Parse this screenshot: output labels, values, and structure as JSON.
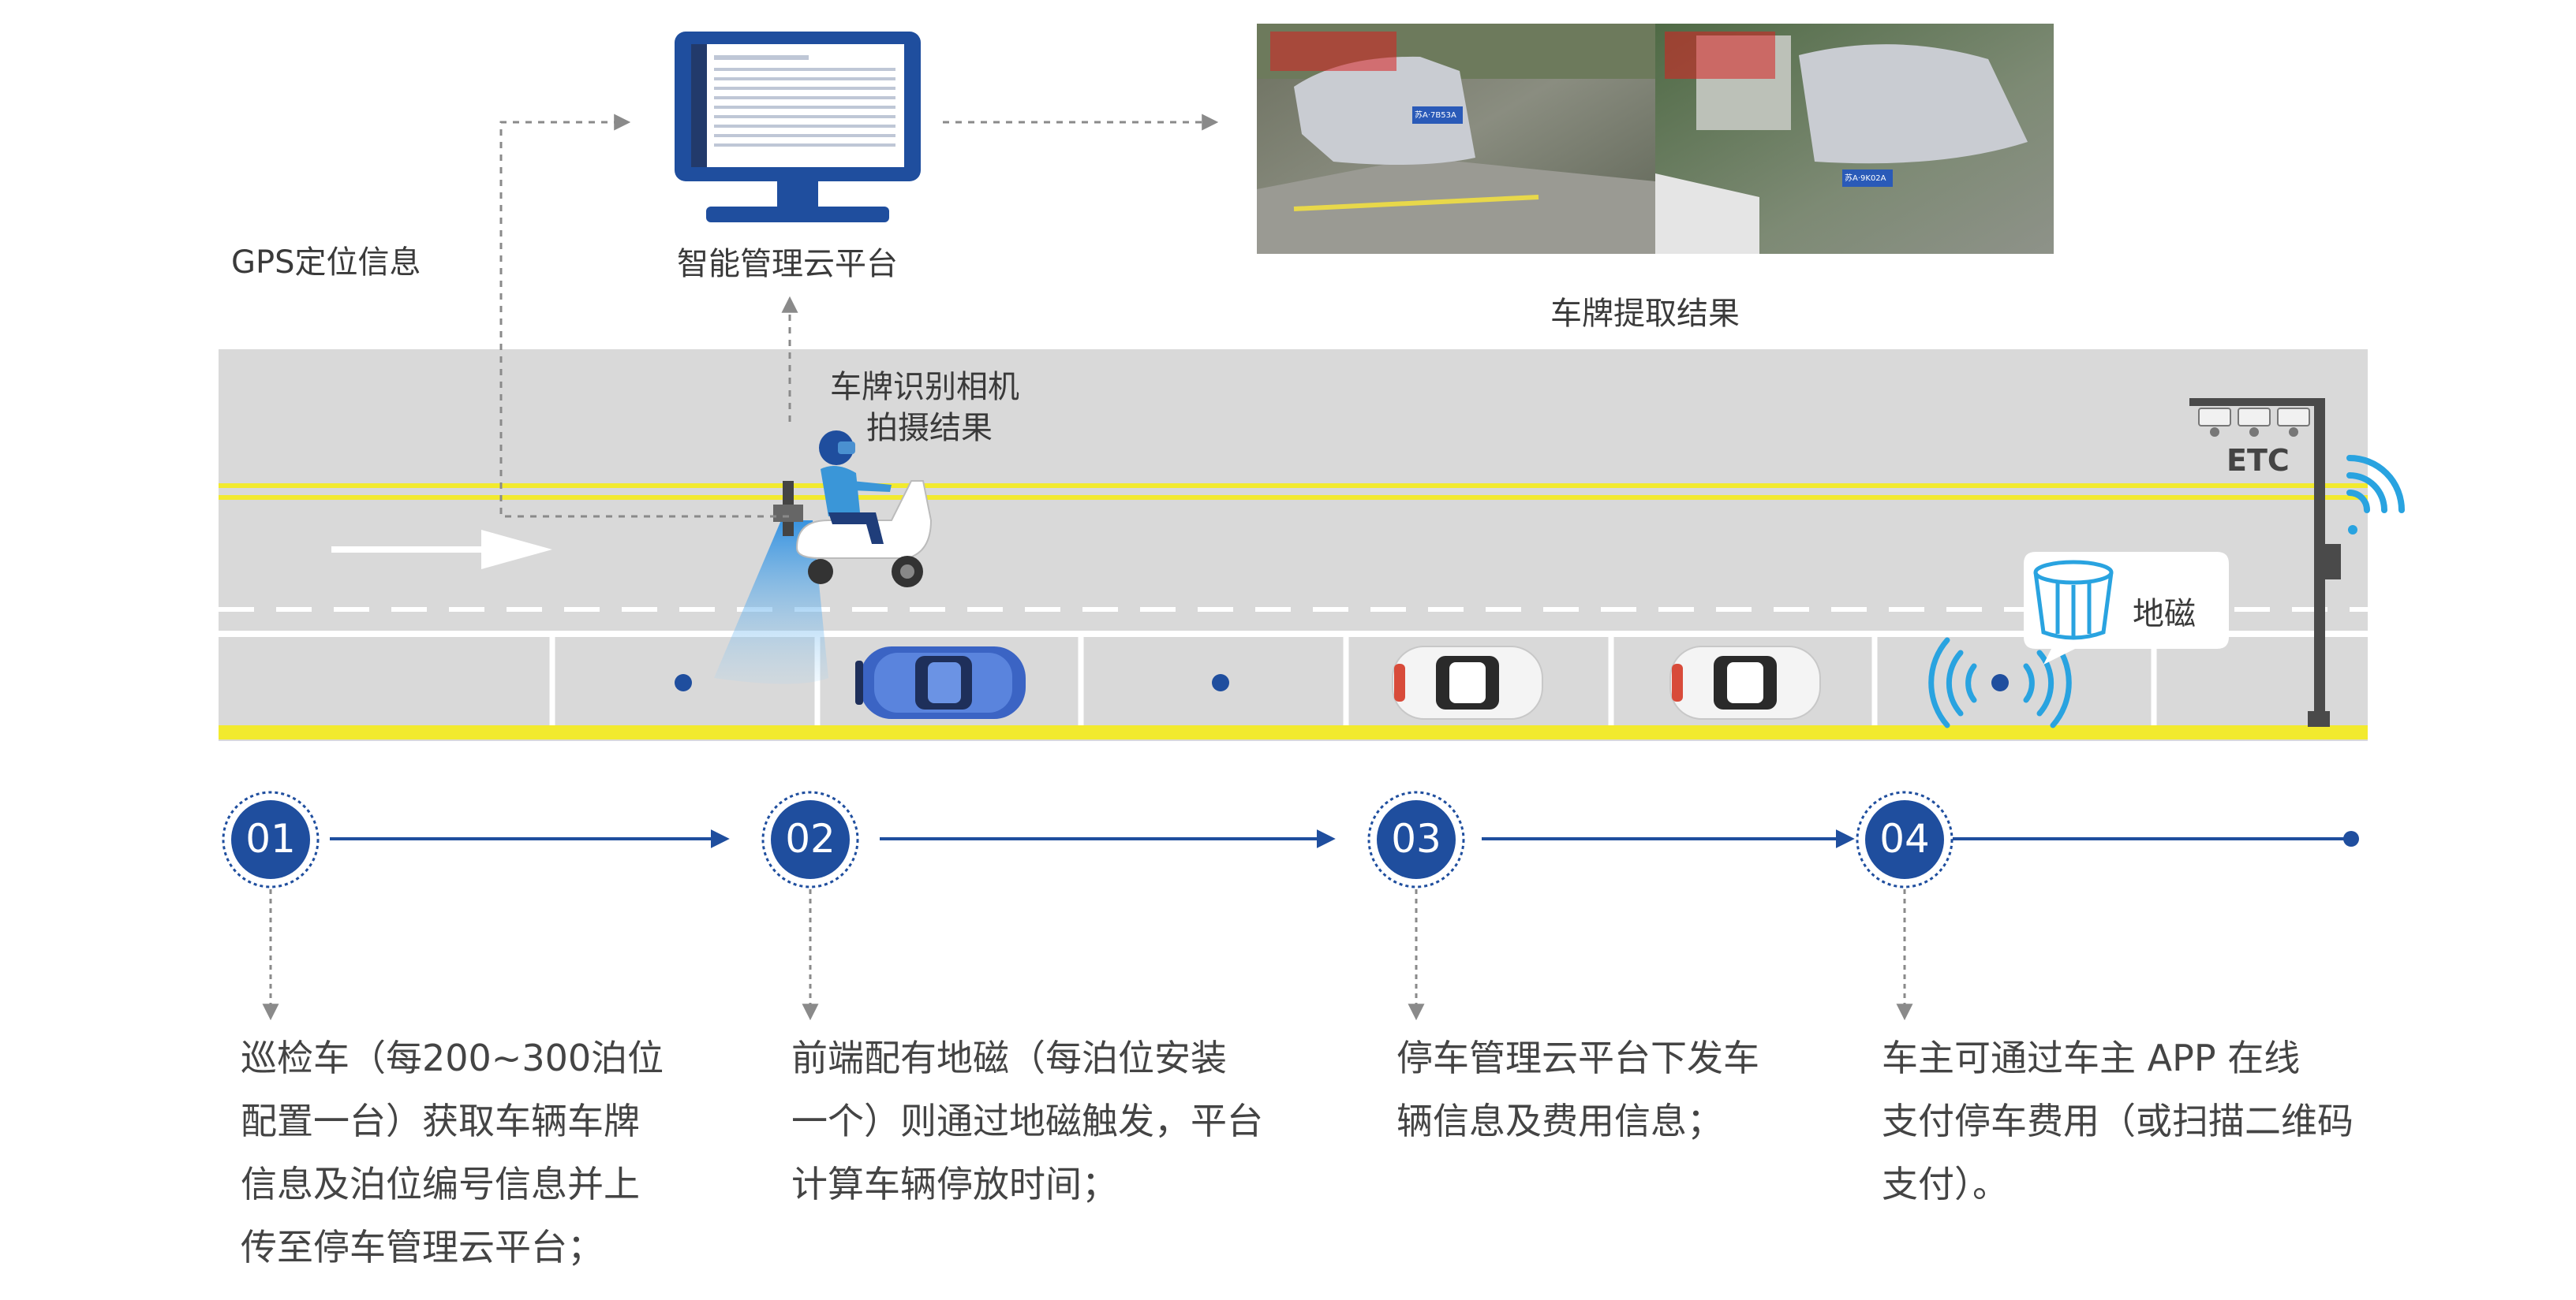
{
  "labels": {
    "gps": "GPS定位信息",
    "platform": "智能管理云平台",
    "plate_result": "车牌提取结果",
    "camera": "车牌识别相机",
    "camera_result": "拍摄结果",
    "etc": "ETC",
    "geomagnetic": "地磁"
  },
  "steps": [
    {
      "number": "01",
      "lines": [
        "巡检车（每200~300泊位",
        "配置一台）获取车辆车牌",
        "信息及泊位编号信息并上",
        "传至停车管理云平台；"
      ]
    },
    {
      "number": "02",
      "lines": [
        "前端配有地磁（每泊位安装",
        "一个）则通过地磁触发，平台",
        "计算车辆停放时间；"
      ]
    },
    {
      "number": "03",
      "lines": [
        "停车管理云平台下发车",
        "辆信息及费用信息；"
      ]
    },
    {
      "number": "04",
      "lines": [
        "车主可通过车主 APP 在线",
        "支付停车费用（或扫描二维码",
        "支付）。"
      ]
    }
  ],
  "photo_plates": [
    "苏A·7B53A",
    "苏A·9K02A"
  ],
  "colors": {
    "accent_blue": "#1f4e9e",
    "road_gray": "#d9d9d9",
    "lane_yellow": "#f2ea2e",
    "signal_blue": "#29a3e0"
  }
}
